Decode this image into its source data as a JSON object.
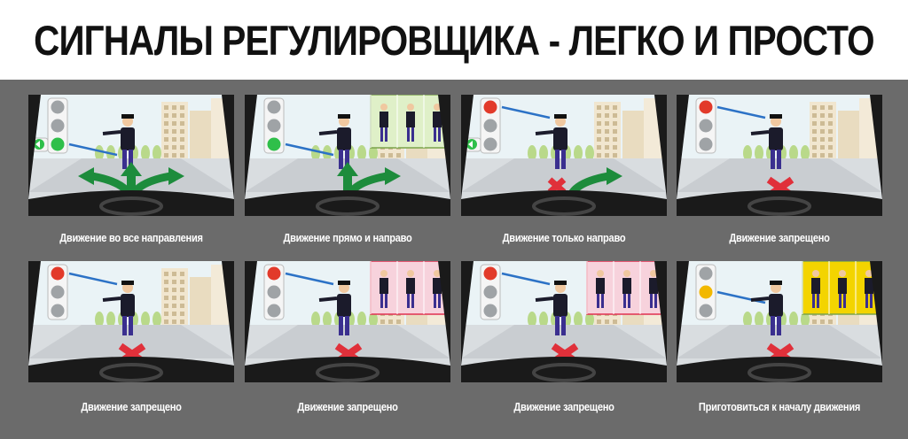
{
  "title": "СИГНАЛЫ РЕГУЛИРОВЩИКА - ЛЕГКО И ПРОСТО",
  "colors": {
    "background": "#6b6b6b",
    "allowed_arrow": "#1d8c3c",
    "forbidden_cross": "#e0303a",
    "active_frame": "#d10000",
    "inset_green": "#dff0c8",
    "inset_pink": "#f7d2dc",
    "inset_yellow": "#f3d400"
  },
  "panels": [
    {
      "caption": "Движение во все направления",
      "light": "green",
      "arrow_light": true,
      "arrows": "all",
      "inset": "none",
      "active": true
    },
    {
      "caption": "Движение прямо и направо",
      "light": "green",
      "arrow_light": false,
      "arrows": "straight-right",
      "inset": "green",
      "active": false
    },
    {
      "caption": "Движение только направо",
      "light": "red",
      "arrow_light": true,
      "arrows": "right-only",
      "inset": "none",
      "active": false
    },
    {
      "caption": "Движение запрещено",
      "light": "red",
      "arrow_light": false,
      "arrows": "stop",
      "inset": "none",
      "active": false
    },
    {
      "caption": "Движение запрещено",
      "light": "red",
      "arrow_light": false,
      "arrows": "stop",
      "inset": "none",
      "active": false
    },
    {
      "caption": "Движение запрещено",
      "light": "red",
      "arrow_light": false,
      "arrows": "stop",
      "inset": "pink",
      "active": false
    },
    {
      "caption": "Движение запрещено",
      "light": "red",
      "arrow_light": false,
      "arrows": "stop",
      "inset": "pink",
      "active": false
    },
    {
      "caption": "Приготовиться к началу движения",
      "light": "yellow",
      "arrow_light": false,
      "arrows": "stop",
      "inset": "yellow",
      "active": false
    }
  ]
}
